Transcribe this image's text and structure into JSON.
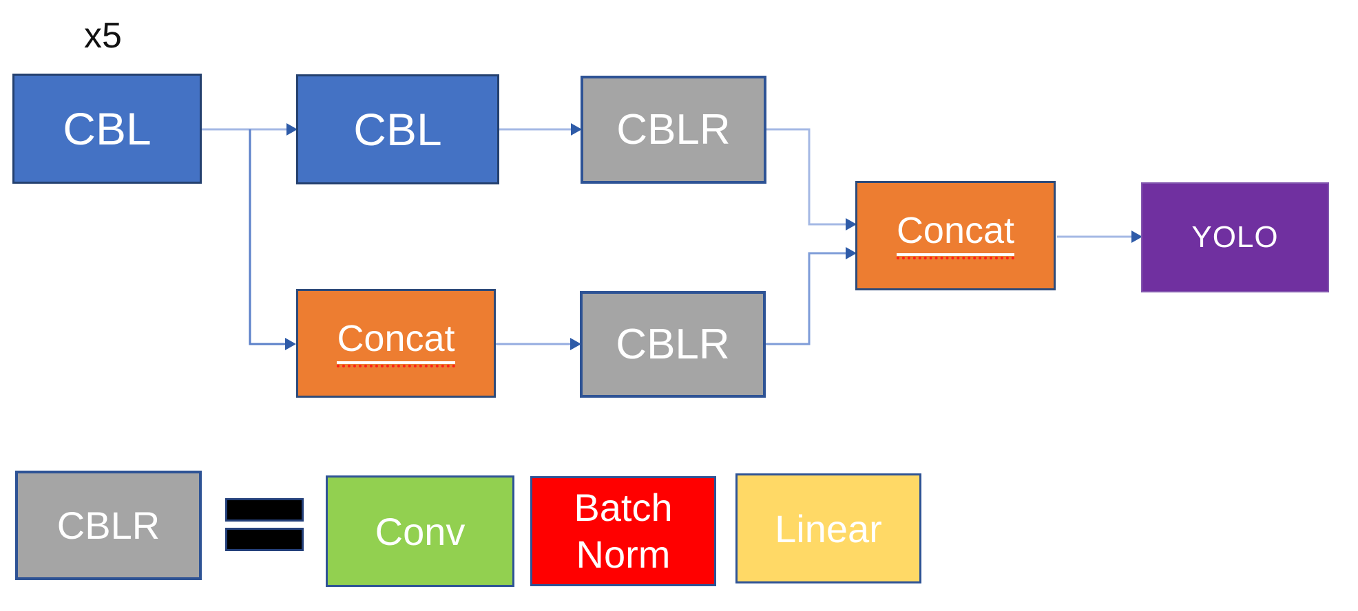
{
  "page": {
    "background": "#FFFFFF",
    "description": "YOLO detection head block diagram with legend"
  },
  "annotations": {
    "repeat_label": "x5"
  },
  "colors": {
    "node_blue": "#4472C4",
    "node_gray": "#A5A5A5",
    "node_orange": "#ED7D31",
    "node_purple": "#7030A0",
    "legend_green": "#92D050",
    "legend_red": "#FF0000",
    "legend_yellow": "#FFD966",
    "box_border_navy": "#2E5395",
    "connector_light_blue": "#A4B8E4",
    "connector_dark_blue": "#5B80C9",
    "arrowhead_blue": "#2E5BA8",
    "equals_black": "#000000",
    "spellcheck_underline_red": "#FF1F14",
    "label_white": "#FFFFFF",
    "label_black": "#111111"
  },
  "diagram": {
    "nodes": [
      {
        "id": "cbl-1",
        "label": "CBL",
        "color": "#4472C4"
      },
      {
        "id": "cbl-2",
        "label": "CBL",
        "color": "#4472C4"
      },
      {
        "id": "cblr-top",
        "label": "CBLR",
        "color": "#A5A5A5"
      },
      {
        "id": "concat-lower",
        "label": "Concat",
        "color": "#ED7D31"
      },
      {
        "id": "cblr-lower",
        "label": "CBLR",
        "color": "#A5A5A5"
      },
      {
        "id": "concat-main",
        "label": "Concat",
        "color": "#ED7D31"
      },
      {
        "id": "yolo",
        "label": "YOLO",
        "color": "#7030A0"
      }
    ],
    "edges": [
      {
        "from": "cbl-1",
        "to": "cbl-2"
      },
      {
        "from": "cbl-1",
        "to": "concat-lower"
      },
      {
        "from": "cbl-2",
        "to": "cblr-top"
      },
      {
        "from": "cblr-top",
        "to": "concat-main"
      },
      {
        "from": "concat-lower",
        "to": "cblr-lower"
      },
      {
        "from": "cblr-lower",
        "to": "concat-main"
      },
      {
        "from": "concat-main",
        "to": "yolo"
      }
    ]
  },
  "legend": {
    "key_label": "CBLR",
    "equals_symbol": "=",
    "items": [
      {
        "label": "Conv",
        "color": "#92D050"
      },
      {
        "label": "Batch Norm",
        "color": "#FF0000"
      },
      {
        "label": "Linear",
        "color": "#FFD966"
      }
    ]
  }
}
